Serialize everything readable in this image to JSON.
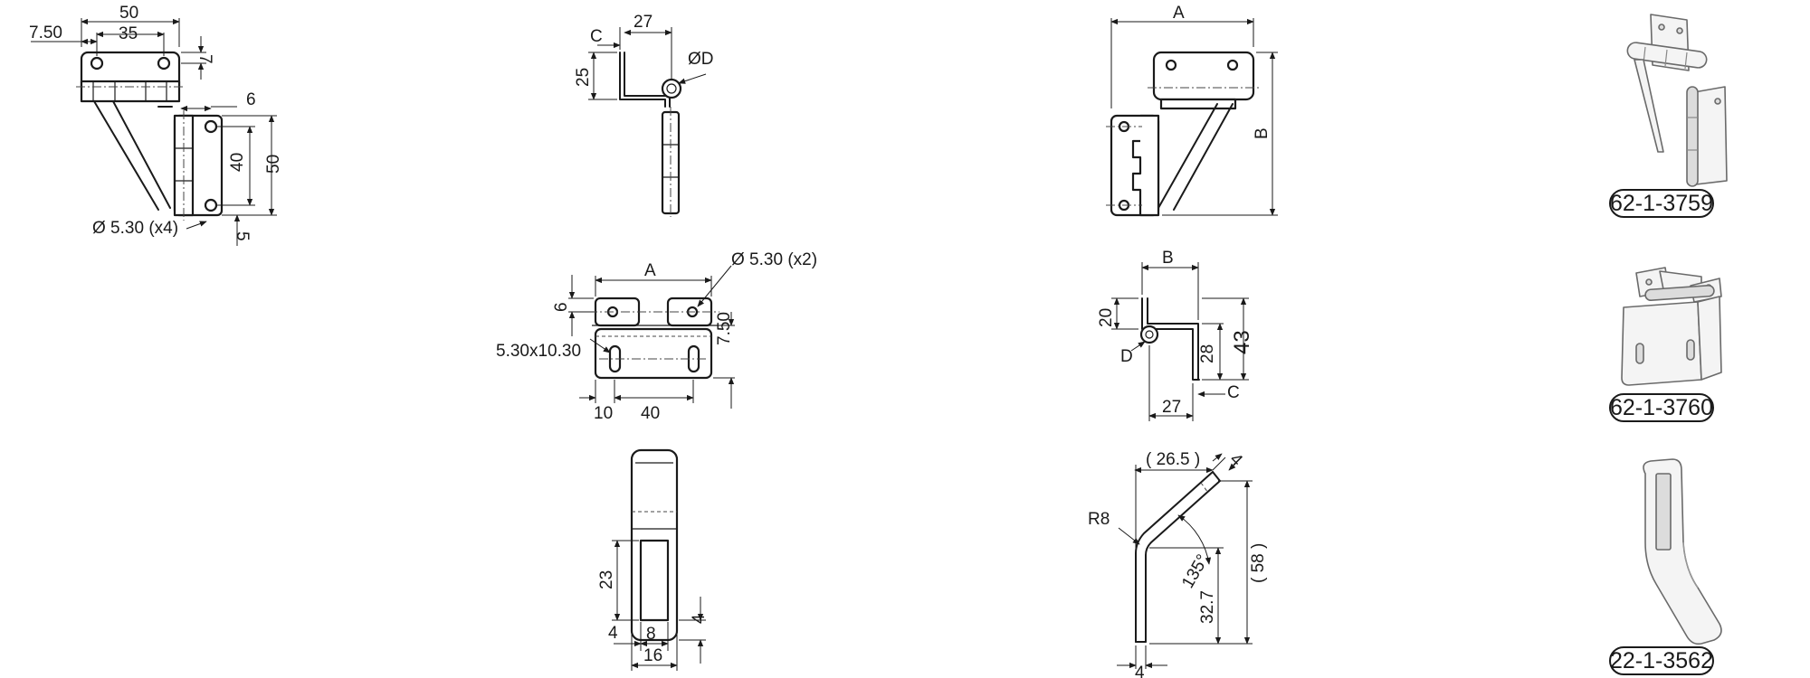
{
  "drawing_1": {
    "dims": [
      "50",
      "35",
      "7.50",
      "7",
      "6",
      "40",
      "50",
      "5"
    ],
    "hole_note": "Ø 5.30 (x4)"
  },
  "drawing_2": {
    "dims": [
      "27",
      "C",
      "25",
      "ØD"
    ]
  },
  "drawing_3": {
    "dims": [
      "A",
      "B"
    ]
  },
  "drawing_4": {
    "dims": [
      "A",
      "6",
      "7.50",
      "10",
      "40"
    ],
    "hole_note": "Ø 5.30 (x2)",
    "slot_note": "5.30x10.30"
  },
  "drawing_5": {
    "dims": [
      "B",
      "20",
      "28",
      "43",
      "D",
      "27",
      "C"
    ]
  },
  "drawing_6": {
    "dims": [
      "23",
      "4",
      "4",
      "8",
      "16"
    ]
  },
  "drawing_7": {
    "dims": [
      "( 26.5 )",
      "4",
      "R8",
      "135°",
      "( 58 )",
      "32.7",
      "4"
    ]
  },
  "parts": [
    {
      "code": "62-1-3759",
      "icon": "hinge-3d-icon"
    },
    {
      "code": "62-1-3760",
      "icon": "bracket-hinge-3d-icon"
    },
    {
      "code": "22-1-3562",
      "icon": "angled-handle-3d-icon"
    }
  ]
}
